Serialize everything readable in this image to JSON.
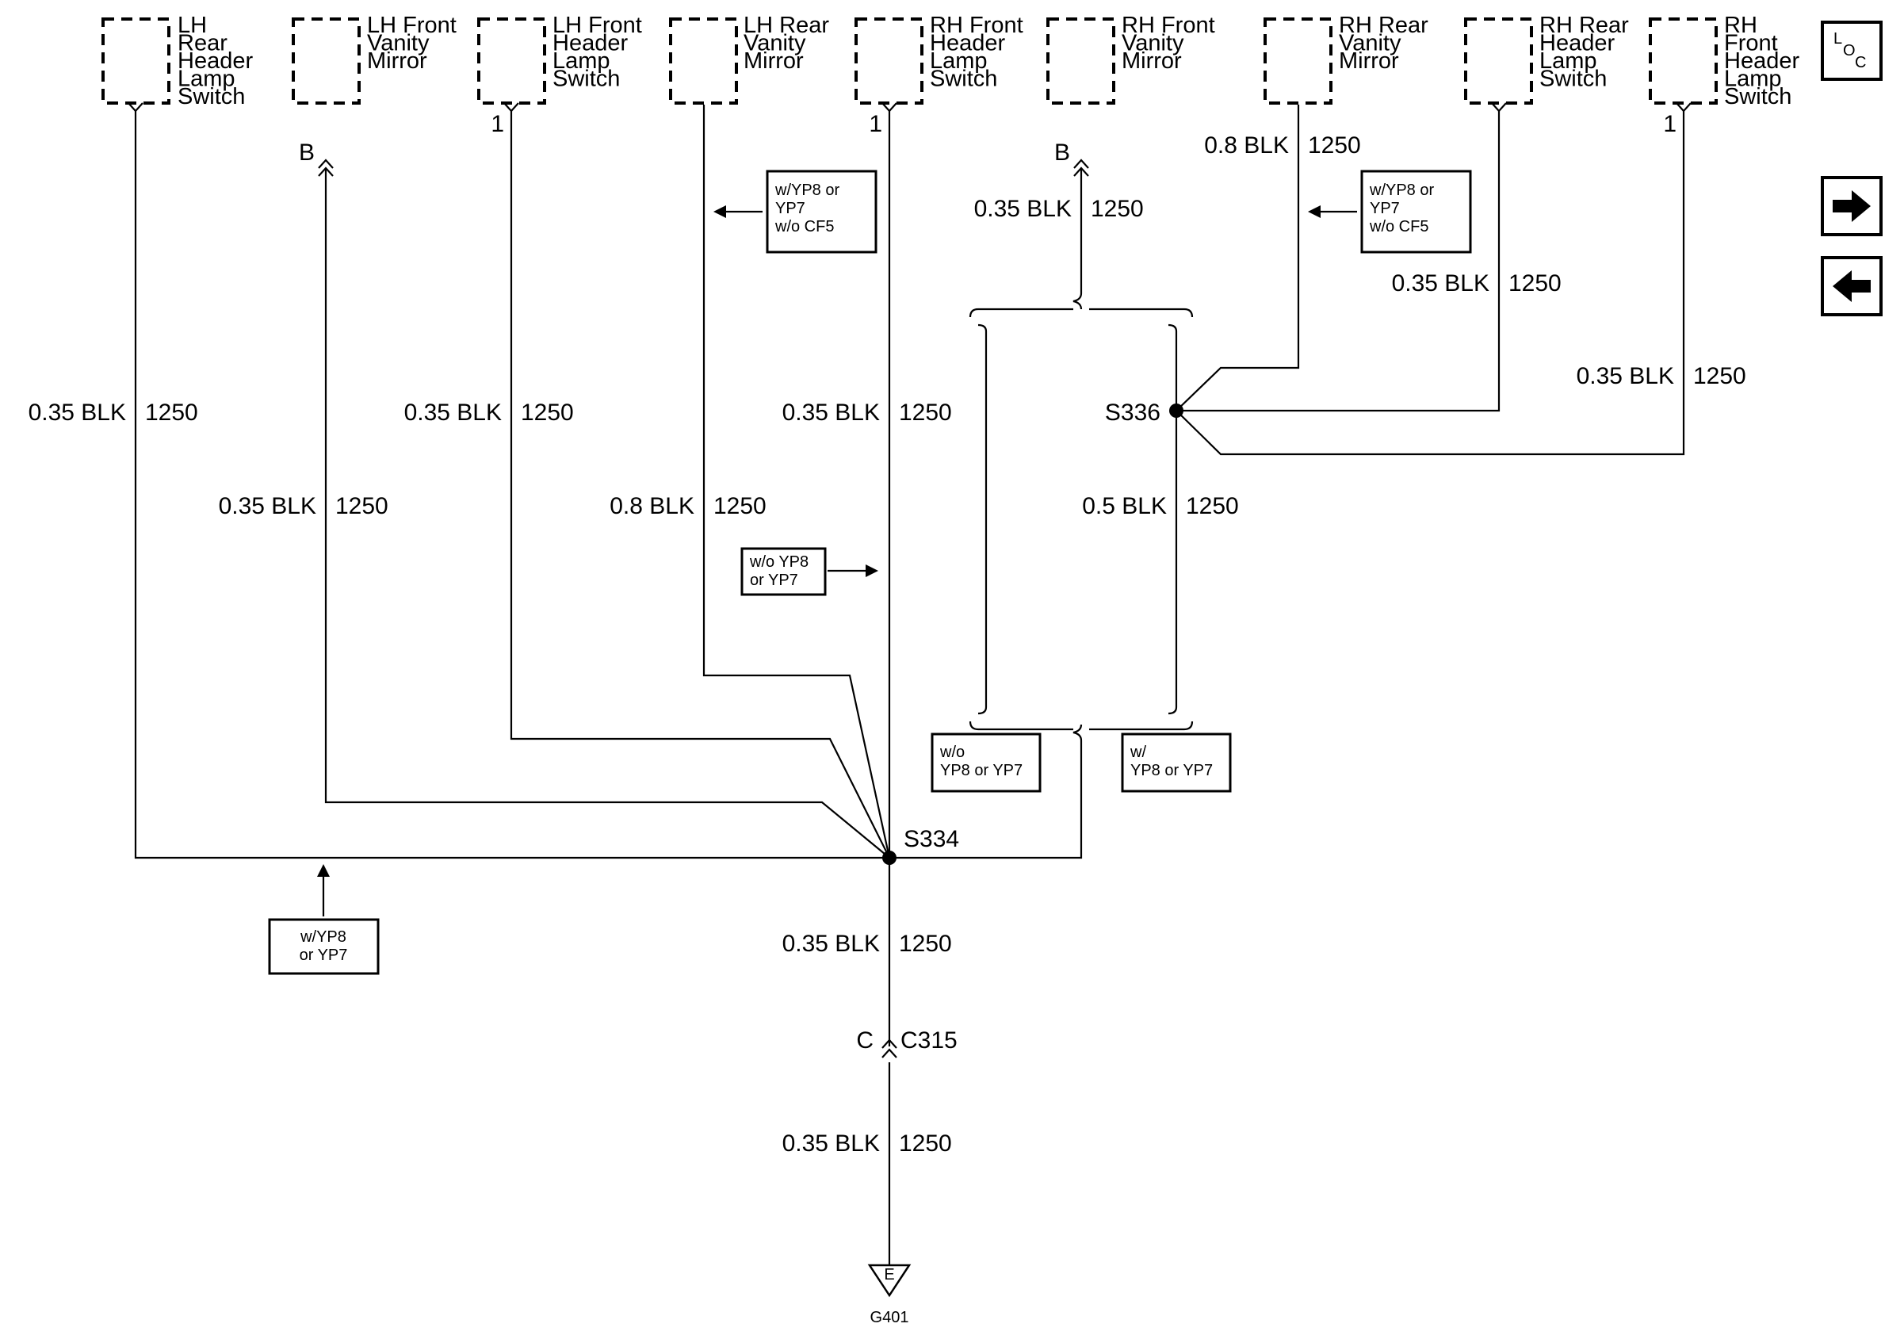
{
  "components": [
    "LH\nRear\nHeader\nLamp\nSwitch",
    "LH Front\nVanity\nMirror",
    "LH Front\nHeader\nLamp\nSwitch",
    "LH Rear\nVanity\nMirror",
    "RH Front\nHeader\nLamp\nSwitch",
    "RH Front\nVanity\nMirror",
    "RH Rear\nVanity\nMirror",
    "RH Rear\nHeader\nLamp\nSwitch",
    "RH\nFront\nHeader\nLamp\nSwitch"
  ],
  "pins": {
    "b": "B",
    "one": "1",
    "c": "C"
  },
  "wires": {
    "blk035": "0.35 BLK",
    "blk08": "0.8 BLK",
    "blk05": "0.5 BLK",
    "circuit": "1250"
  },
  "splices": {
    "s334": "S334",
    "s336": "S336"
  },
  "connector": "C315",
  "ground": {
    "letter": "E",
    "name": "G401"
  },
  "options": {
    "with_yp_wo_cf5": "w/YP8 or\nYP7\nw/o CF5",
    "wo_yp": "w/o YP8\nor YP7",
    "with_yp": "w/YP8\nor YP7",
    "wo_yp_branch": "w/o\nYP8 or YP7",
    "w_yp_branch": "w/\nYP8 or YP7"
  },
  "buttons": {
    "loc": {
      "l": "L",
      "o": "O",
      "c": "C"
    },
    "next_icon": "right-arrow-icon",
    "prev_icon": "left-arrow-icon"
  }
}
